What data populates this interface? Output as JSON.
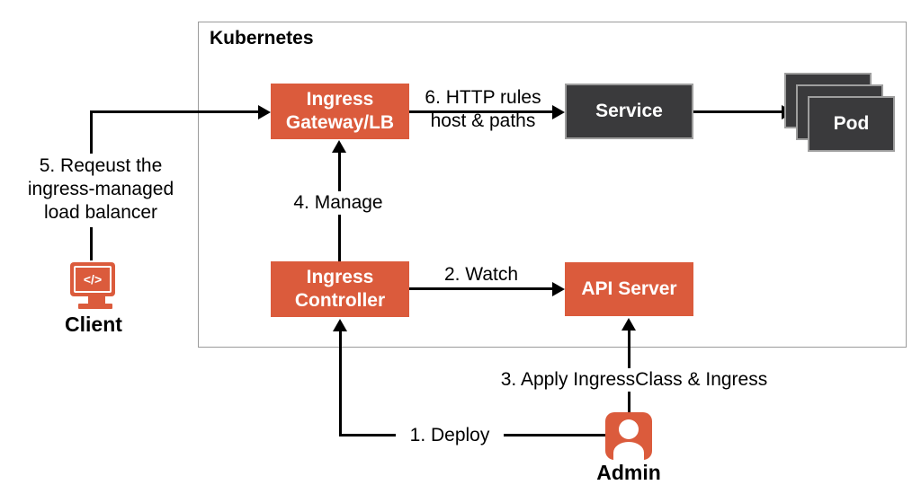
{
  "colors": {
    "orange": "#db5b3c",
    "dark_node": "#3a3a3c",
    "node_border_gray": "#9e9e9e",
    "line_black": "#000000"
  },
  "kubernetes": {
    "label": "Kubernetes"
  },
  "nodes": {
    "gateway": {
      "label": "Ingress\nGateway/LB"
    },
    "service": {
      "label": "Service"
    },
    "pod": {
      "label": "Pod"
    },
    "controller": {
      "label": "Ingress\nController"
    },
    "api_server": {
      "label": "API Server"
    }
  },
  "actors": {
    "client": {
      "label": "Client",
      "icon_glyph": "</>"
    },
    "admin": {
      "label": "Admin"
    }
  },
  "edges": {
    "deploy": {
      "label": "1. Deploy"
    },
    "watch": {
      "label": "2. Watch"
    },
    "apply": {
      "label": "3. Apply IngressClass & Ingress"
    },
    "manage": {
      "label": "4. Manage"
    },
    "request": {
      "label": "5. Reqeust the\ningress-managed\nload balancer"
    },
    "http": {
      "label": "6. HTTP rules\nhost & paths"
    }
  }
}
